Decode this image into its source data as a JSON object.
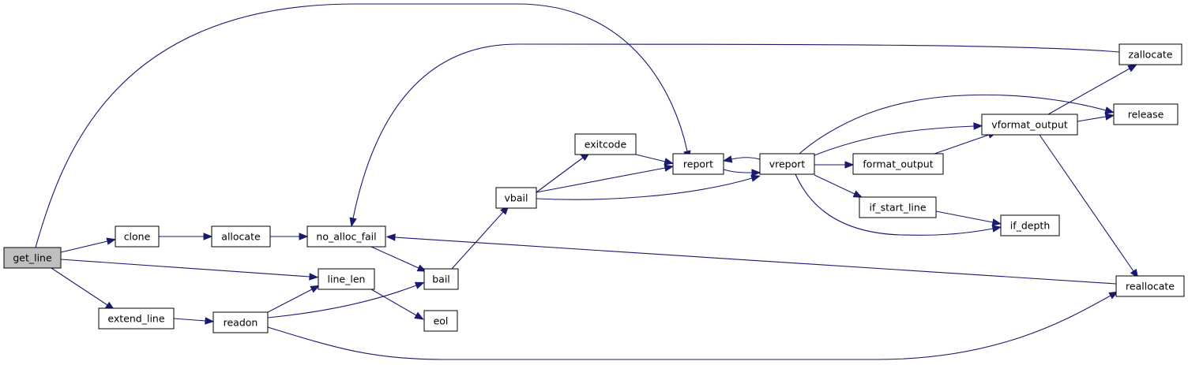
{
  "graph": {
    "nodes": [
      {
        "id": "get_line",
        "label": "get_line",
        "root": true
      },
      {
        "id": "clone",
        "label": "clone"
      },
      {
        "id": "allocate",
        "label": "allocate"
      },
      {
        "id": "no_alloc_fail",
        "label": "no_alloc_fail"
      },
      {
        "id": "line_len",
        "label": "line_len"
      },
      {
        "id": "extend_line",
        "label": "extend_line"
      },
      {
        "id": "readon",
        "label": "readon"
      },
      {
        "id": "bail",
        "label": "bail"
      },
      {
        "id": "eol",
        "label": "eol"
      },
      {
        "id": "vbail",
        "label": "vbail"
      },
      {
        "id": "exitcode",
        "label": "exitcode"
      },
      {
        "id": "report",
        "label": "report"
      },
      {
        "id": "vreport",
        "label": "vreport"
      },
      {
        "id": "format_output",
        "label": "format_output"
      },
      {
        "id": "if_start_line",
        "label": "if_start_line"
      },
      {
        "id": "if_depth",
        "label": "if_depth"
      },
      {
        "id": "vformat_output",
        "label": "vformat_output"
      },
      {
        "id": "zallocate",
        "label": "zallocate"
      },
      {
        "id": "release",
        "label": "release"
      },
      {
        "id": "reallocate",
        "label": "reallocate"
      }
    ],
    "edges": [
      {
        "from": "get_line",
        "to": "report"
      },
      {
        "from": "get_line",
        "to": "clone"
      },
      {
        "from": "get_line",
        "to": "line_len"
      },
      {
        "from": "get_line",
        "to": "extend_line"
      },
      {
        "from": "clone",
        "to": "allocate"
      },
      {
        "from": "allocate",
        "to": "no_alloc_fail"
      },
      {
        "from": "no_alloc_fail",
        "to": "bail"
      },
      {
        "from": "extend_line",
        "to": "readon"
      },
      {
        "from": "readon",
        "to": "line_len"
      },
      {
        "from": "readon",
        "to": "bail"
      },
      {
        "from": "readon",
        "to": "reallocate"
      },
      {
        "from": "line_len",
        "to": "eol"
      },
      {
        "from": "bail",
        "to": "vbail"
      },
      {
        "from": "vbail",
        "to": "exitcode"
      },
      {
        "from": "vbail",
        "to": "report"
      },
      {
        "from": "vbail",
        "to": "vreport"
      },
      {
        "from": "exitcode",
        "to": "report"
      },
      {
        "from": "report",
        "to": "vreport"
      },
      {
        "from": "vreport",
        "to": "report"
      },
      {
        "from": "vreport",
        "to": "format_output"
      },
      {
        "from": "vreport",
        "to": "if_start_line"
      },
      {
        "from": "vreport",
        "to": "if_depth"
      },
      {
        "from": "vreport",
        "to": "vformat_output"
      },
      {
        "from": "vreport",
        "to": "release"
      },
      {
        "from": "format_output",
        "to": "vformat_output"
      },
      {
        "from": "if_start_line",
        "to": "if_depth"
      },
      {
        "from": "vformat_output",
        "to": "zallocate"
      },
      {
        "from": "vformat_output",
        "to": "release"
      },
      {
        "from": "vformat_output",
        "to": "reallocate"
      },
      {
        "from": "zallocate",
        "to": "no_alloc_fail"
      },
      {
        "from": "reallocate",
        "to": "no_alloc_fail"
      }
    ]
  }
}
